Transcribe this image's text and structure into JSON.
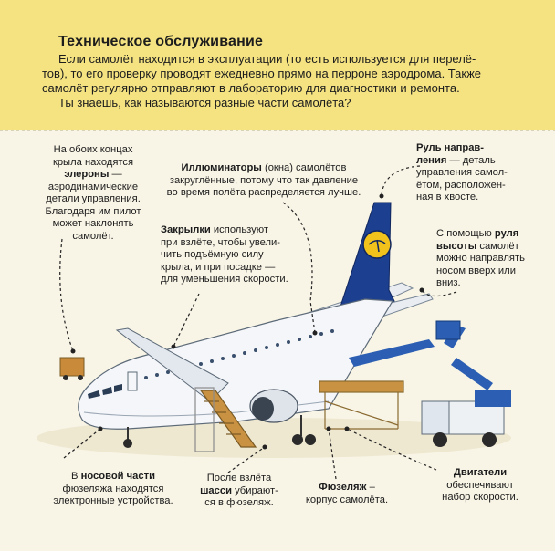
{
  "header": {
    "title": "Техническое обслуживание",
    "lines": [
      "Если самолёт находится в эксплуатации (то есть используется для перелё-",
      "тов), то его проверку проводят ежедневно прямо на перроне аэродрома. Также",
      "самолёт регулярно отправляют в лабораторию для диагностики и ремонта.",
      "Ты знаешь, как называются разные части самолёта?"
    ]
  },
  "labels": {
    "ailerons": {
      "l1": "На обоих концах",
      "l2": "крыла находятся",
      "term": "элероны",
      "l3a": " —",
      "l4": "аэродинамические",
      "l5": "детали управления.",
      "l6": "Благодаря им пилот",
      "l7": "может наклонять",
      "l8": "самолёт."
    },
    "windows": {
      "term": "Иллюминаторы",
      "l1a": " (окна) самолётов",
      "l2": "закруглённые, потому что так давление",
      "l3": "во время полёта распределяется лучше."
    },
    "rudder": {
      "term1": "Руль направ-",
      "term2": "ления",
      "l2a": " — деталь",
      "l3": "управления самол-",
      "l4": "ётом, расположен-",
      "l5": "ная в хвосте."
    },
    "flaps": {
      "term": "Закрылки",
      "l1a": " используют",
      "l2": "при взлёте, чтобы увели-",
      "l3": "чить подъёмную силу",
      "l4": "крыла, и при посадке —",
      "l5": "для уменьшения скорости."
    },
    "elevator": {
      "l1a": "С помощью ",
      "term1": "руля",
      "term2": "высоты",
      "l2a": " самолёт",
      "l3": "можно направлять",
      "l4": "носом вверх или",
      "l5": "вниз."
    },
    "nose": {
      "l1a": "В ",
      "term": "носовой части",
      "l2": "фюзеляжа находятся",
      "l3": "электронные устройства."
    },
    "gear": {
      "l1": "После взлёта",
      "term": "шасси",
      "l2a": " убирают-",
      "l3": "ся в фюзеляж."
    },
    "fuselage": {
      "term": "Фюзеляж",
      "l1a": " –",
      "l2": "корпус самолёта."
    },
    "engines": {
      "term": "Двигатели",
      "l2": "обеспечивают",
      "l3": "набор скорости."
    }
  },
  "colors": {
    "header_bg": "#f5e382",
    "page_bg": "#f8f5e6",
    "tail_blue": "#1d3f8f",
    "tail_yellow": "#f1c21b",
    "vehicle_blue": "#2c5fb3",
    "stair_wood": "#c99242"
  },
  "illustration": {
    "name": "airplane-maintenance-illustration",
    "tail_logo": "crane-logo"
  }
}
